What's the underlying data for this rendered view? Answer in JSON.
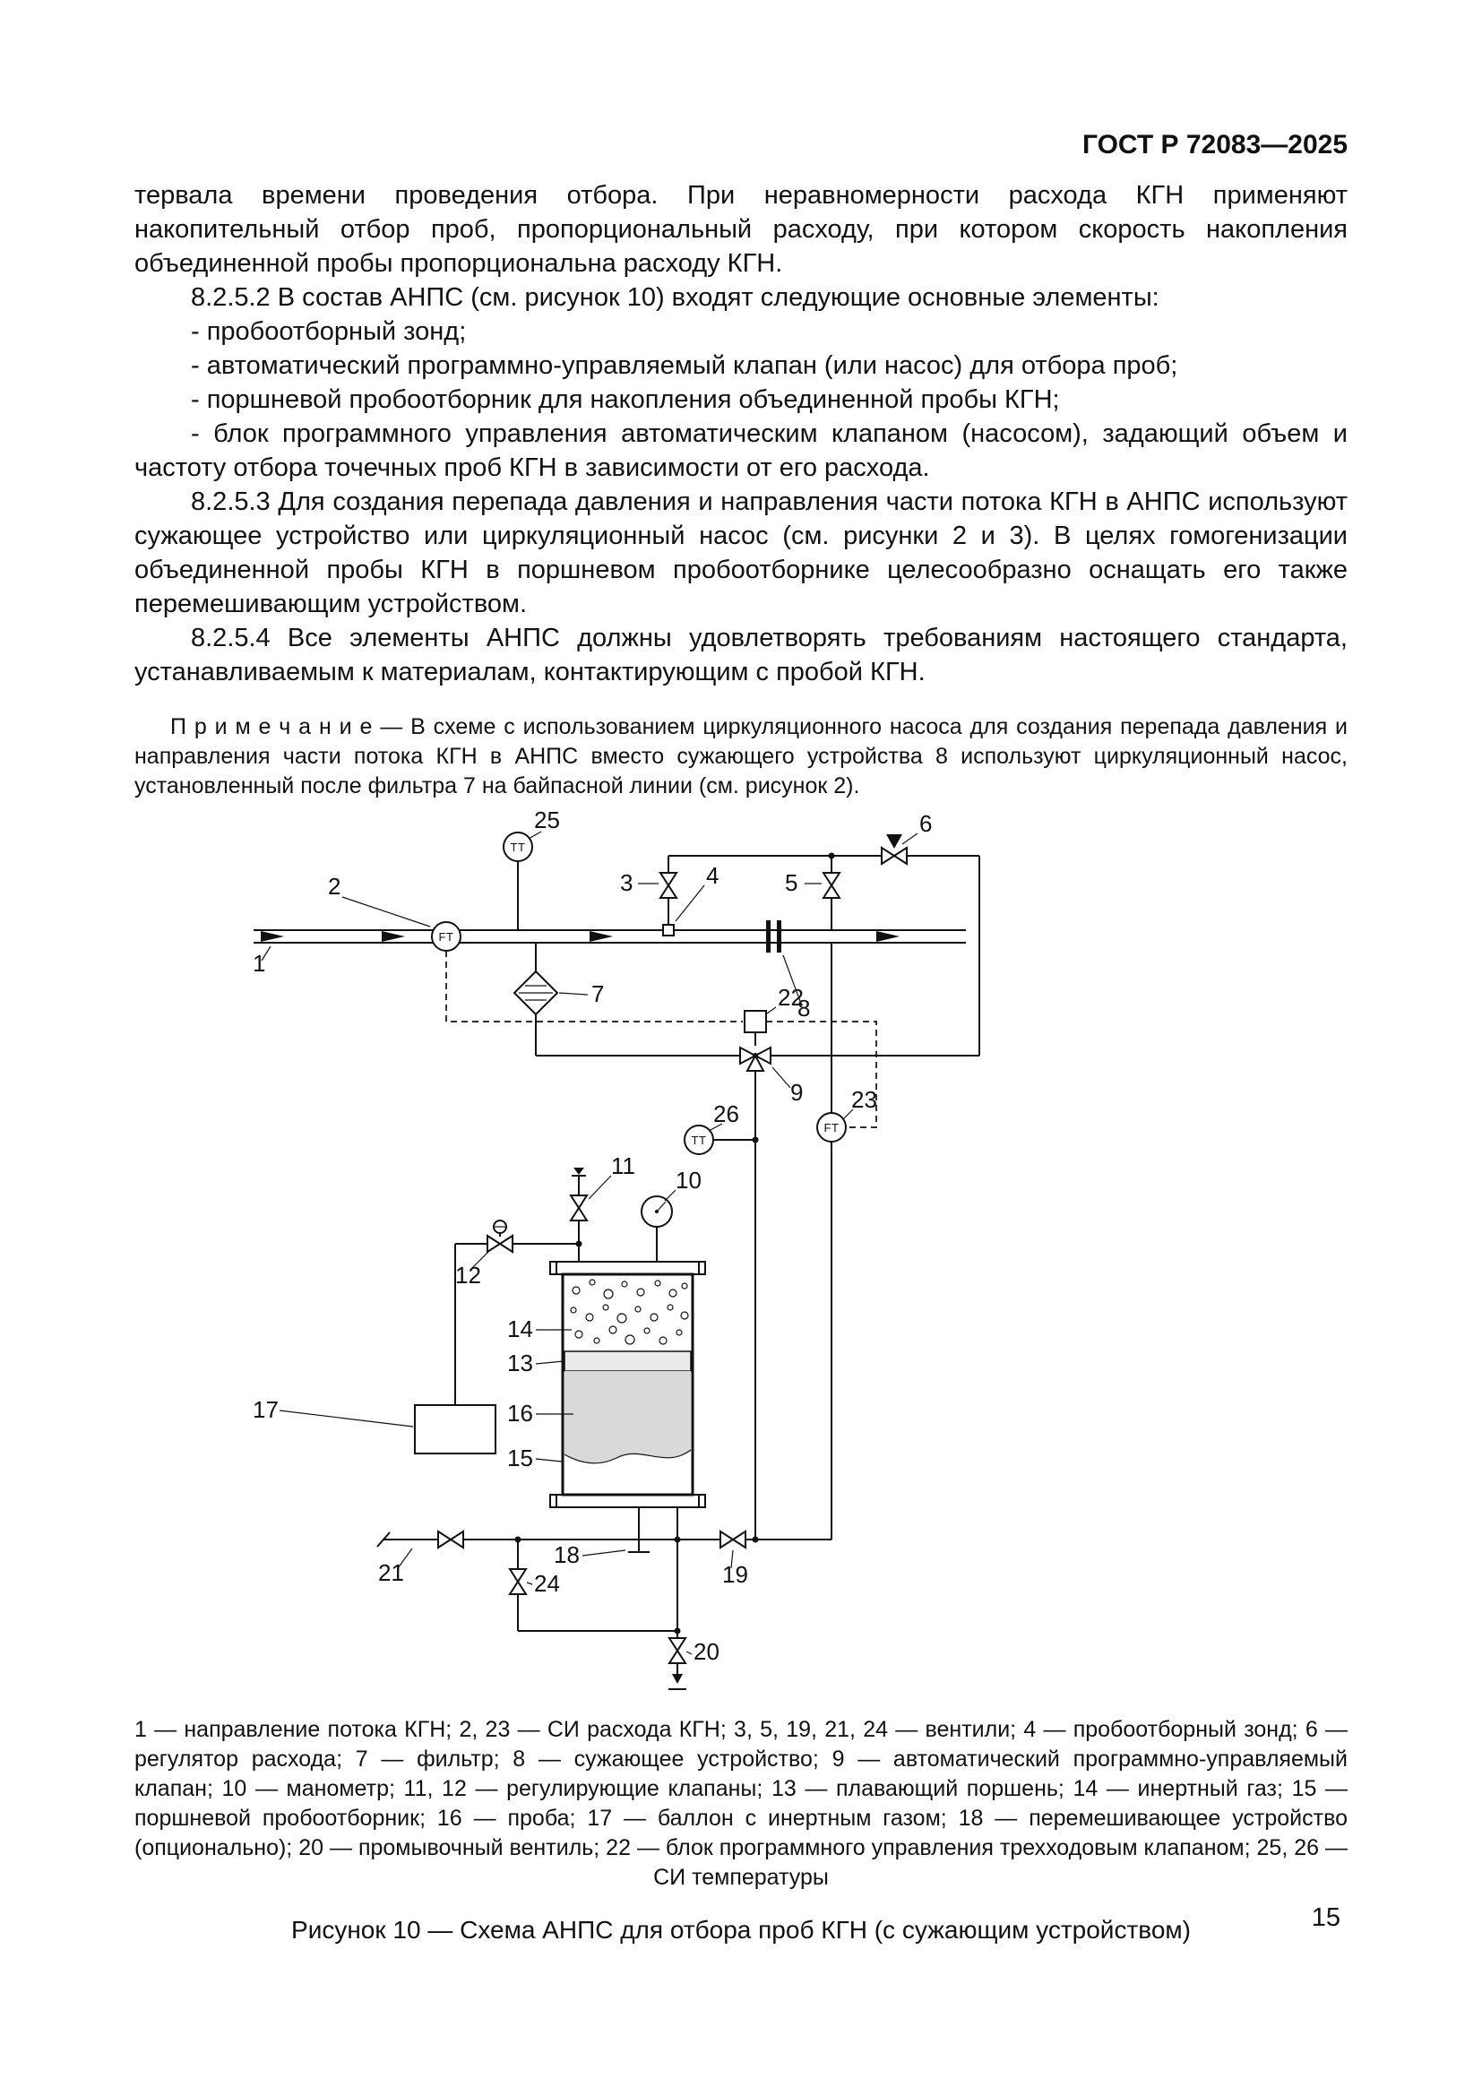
{
  "page": {
    "header": "ГОСТ Р 72083—2025",
    "number": "15"
  },
  "body": {
    "paragraphs": [
      "тервала времени проведения отбора. При неравномерности расхода КГН применяют накопительный отбор проб, пропорциональный расходу, при котором скорость накопления объединенной пробы пропорциональна расходу КГН.",
      "8.2.5.2 В состав АНПС (см. рисунок 10) входят следующие основные элементы:",
      "- пробоотборный зонд;",
      "- автоматический программно-управляемый клапан (или насос) для отбора проб;",
      "- поршневой пробоотборник для накопления объединенной пробы КГН;",
      "- блок программного управления автоматическим клапаном (насосом), задающий объем и частоту отбора точечных проб КГН в зависимости от его расхода.",
      "8.2.5.3 Для создания перепада давления и направления части потока КГН в АНПС используют сужающее устройство или циркуляционный насос (см. рисунки 2 и 3). В целях гомогенизации объединенной пробы КГН в поршневом пробоотборнике целесообразно оснащать его также перемешивающим устройством.",
      "8.2.5.4 Все элементы АНПС должны удовлетворять требованиям настоящего стандарта, устанавливаемым к материалам, контактирующим с пробой КГН."
    ],
    "note": "П р и м е ч а н и е  — В схеме с использованием циркуляционного насоса для создания перепада давления и направления части потока КГН в АНПС вместо сужающего устройства 8 используют циркуляционный насос, установленный после фильтра 7 на байпасной линии (см. рисунок 2)."
  },
  "figure": {
    "legend": "1 — направление потока КГН; 2, 23 — СИ расхода КГН; 3, 5, 19, 21, 24 — вентили; 4 — пробоотборный зонд; 6 — регулятор расхода; 7 — фильтр; 8 — сужающее устройство; 9 — автоматический программно-управляемый клапан; 10 — манометр; 11, 12 — регулирующие клапаны; 13 — плавающий поршень; 14 — инертный газ; 15 — поршневой пробоотборник; 16 — проба; 17 — баллон с инертным газом; 18 — перемешивающее устройство (опционально); 20 — промывочный вентиль; 22 — блок программного управления трехходовым клапаном; 25, 26 — СИ температуры",
    "caption": "Рисунок 10 — Схема АНПС для отбора проб КГН (с сужающим устройством)",
    "instruments": {
      "ft": "FT",
      "tt": "TT"
    },
    "labels": {
      "n1": "1",
      "n2": "2",
      "n3": "3",
      "n4": "4",
      "n5": "5",
      "n6": "6",
      "n7": "7",
      "n8": "8",
      "n9": "9",
      "n10": "10",
      "n11": "11",
      "n12": "12",
      "n13": "13",
      "n14": "14",
      "n15": "15",
      "n16": "16",
      "n17": "17",
      "n18": "18",
      "n19": "19",
      "n20": "20",
      "n21": "21",
      "n22": "22",
      "n23": "23",
      "n24": "24",
      "n25": "25",
      "n26": "26"
    }
  }
}
